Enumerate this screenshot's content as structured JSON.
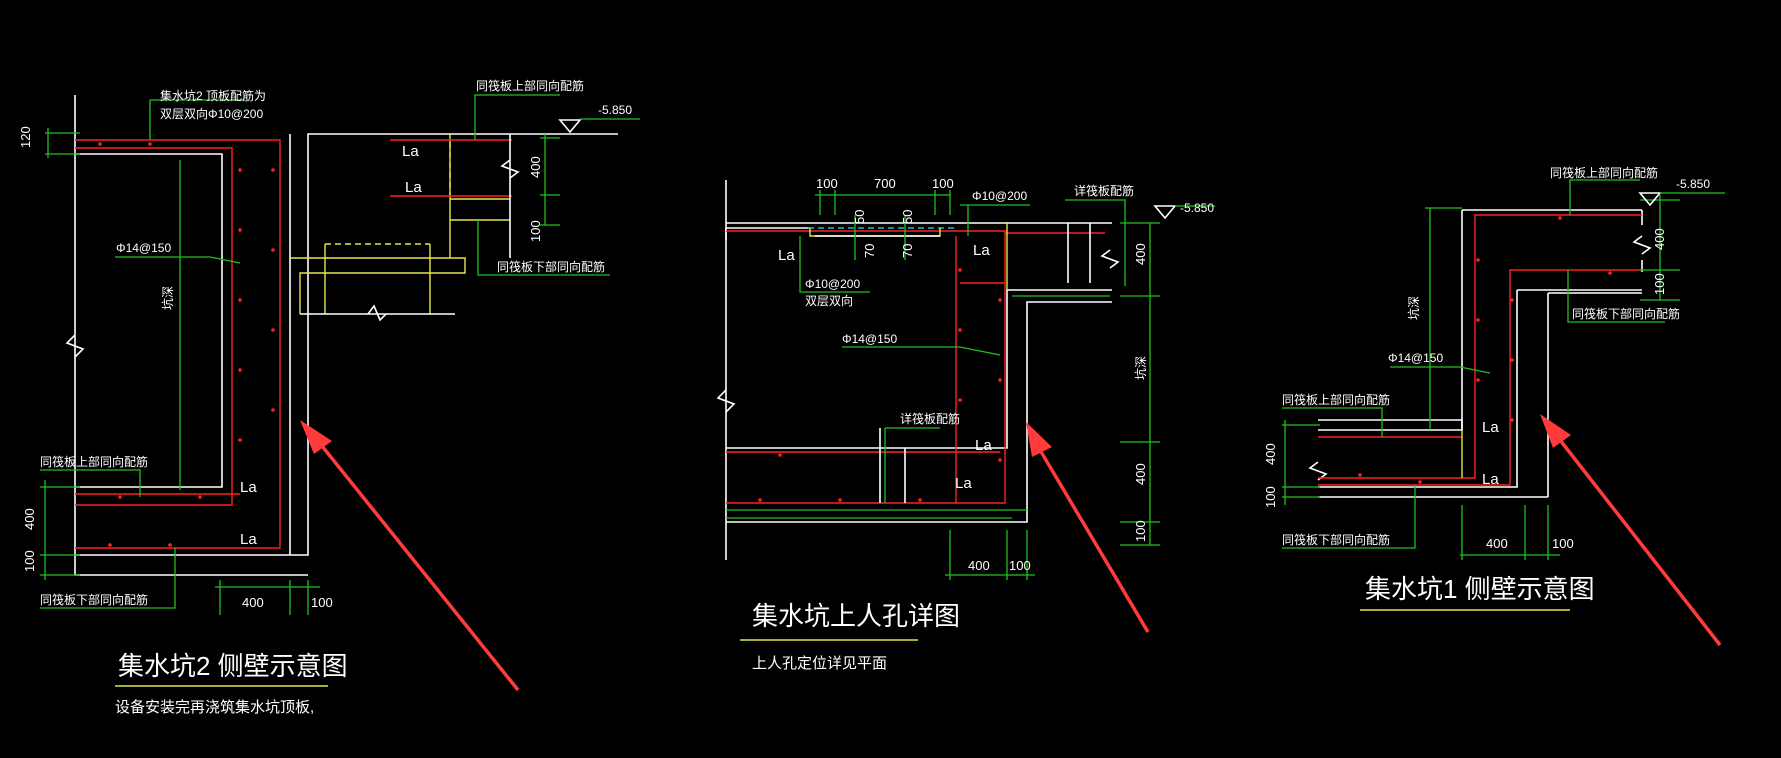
{
  "colors": {
    "background": "#000000",
    "outline": "#ffffff",
    "dimension": "#1fc21f",
    "rebar": "#ff2020",
    "hatch": "#e6e64a",
    "arrow": "#ff3b3b",
    "title_underline": "#e6e64a"
  },
  "left": {
    "title": "集水坑2 侧壁示意图",
    "subnote": "设备安装完再浇筑集水坑顶板,",
    "note_top_1": "集水坑2 顶板配筋为",
    "note_top_2": "双层双向Φ10@200",
    "note_top_right": "同筏板上部同向配筋",
    "elevation": "-5.850",
    "note_bottom_right": "同筏板下部同向配筋",
    "note_wall": "Φ14@150",
    "note_wall_vertical": "坑深",
    "note_raft_top": "同筏板上部同向配筋",
    "note_raft_bottom": "同筏板下部同向配筋",
    "la_1": "La",
    "la_2": "La",
    "la_3": "La",
    "la_4": "La",
    "dim_120": "120",
    "dim_400_r": "400",
    "dim_100_r": "100",
    "dim_400_l": "400",
    "dim_100_l": "100",
    "dim_400_b": "400",
    "dim_100_b": "100"
  },
  "middle": {
    "title": "集水坑上人孔详图",
    "subnote": "上人孔定位详见平面",
    "dim_100a": "100",
    "dim_700": "700",
    "dim_100b": "100",
    "dim_50a": "50",
    "dim_50b": "50",
    "dim_70a": "70",
    "dim_70b": "70",
    "note_slab": "Φ10@200",
    "note_slab_2": "双层双向",
    "note_top": "Φ10@200",
    "note_detail_a": "详筏板配筋",
    "note_detail_b": "详筏板配筋",
    "elevation": "-5.850",
    "note_wall": "Φ14@150",
    "note_wall_vertical": "坑深",
    "la_1": "La",
    "la_2": "La",
    "la_3": "La",
    "la_4": "La",
    "dim_400_r1": "400",
    "dim_400_r2": "400",
    "dim_100_r": "100",
    "dim_400_b": "400",
    "dim_100_b": "100"
  },
  "right": {
    "title": "集水坑1 侧壁示意图",
    "note_top": "同筏板上部同向配筋",
    "elevation": "-5.850",
    "dim_400_r": "400",
    "dim_100_r": "100",
    "note_bottom_right": "同筏板下部同向配筋",
    "note_wall": "Φ14@150",
    "note_wall_vertical": "坑深",
    "note_raft_top": "同筏板上部同向配筋",
    "note_raft_bottom": "同筏板下部同向配筋",
    "la_1": "La",
    "la_2": "La",
    "dim_400_l": "400",
    "dim_100_l": "100",
    "dim_400_b": "400",
    "dim_100_b": "100"
  }
}
